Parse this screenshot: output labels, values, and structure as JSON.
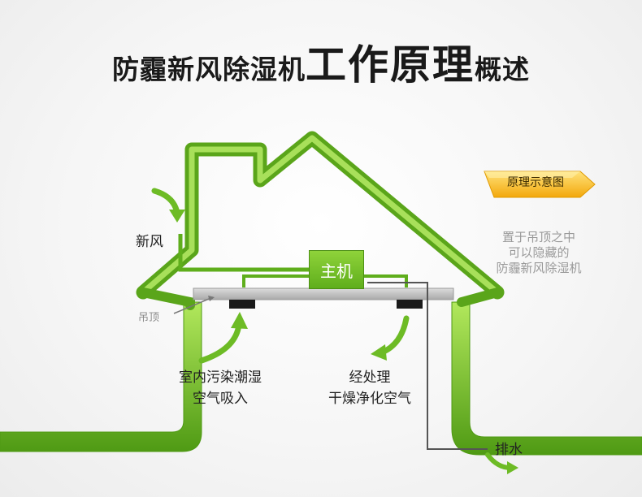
{
  "title": {
    "prefix": "防霾新风除湿机",
    "main": "工作原理",
    "suffix": "概述"
  },
  "badge": {
    "text": "原理示意图"
  },
  "note": {
    "lines": [
      "置于吊顶之中",
      "可以隐藏的",
      "防霾新风除湿机"
    ]
  },
  "labels": {
    "fresh_air": "新风",
    "ceiling": "吊顶",
    "host": "主机",
    "indoor_line1": "室内污染潮湿",
    "indoor_line2": "空气吸入",
    "treated_line1": "经处理",
    "treated_line2": "干燥净化空气",
    "drain": "排水"
  },
  "colors": {
    "house_green": "#5fae1c",
    "house_light": "#9bd94a",
    "badge_gold": "#f6c21c",
    "ceiling_gray": "#c8c8c8"
  }
}
